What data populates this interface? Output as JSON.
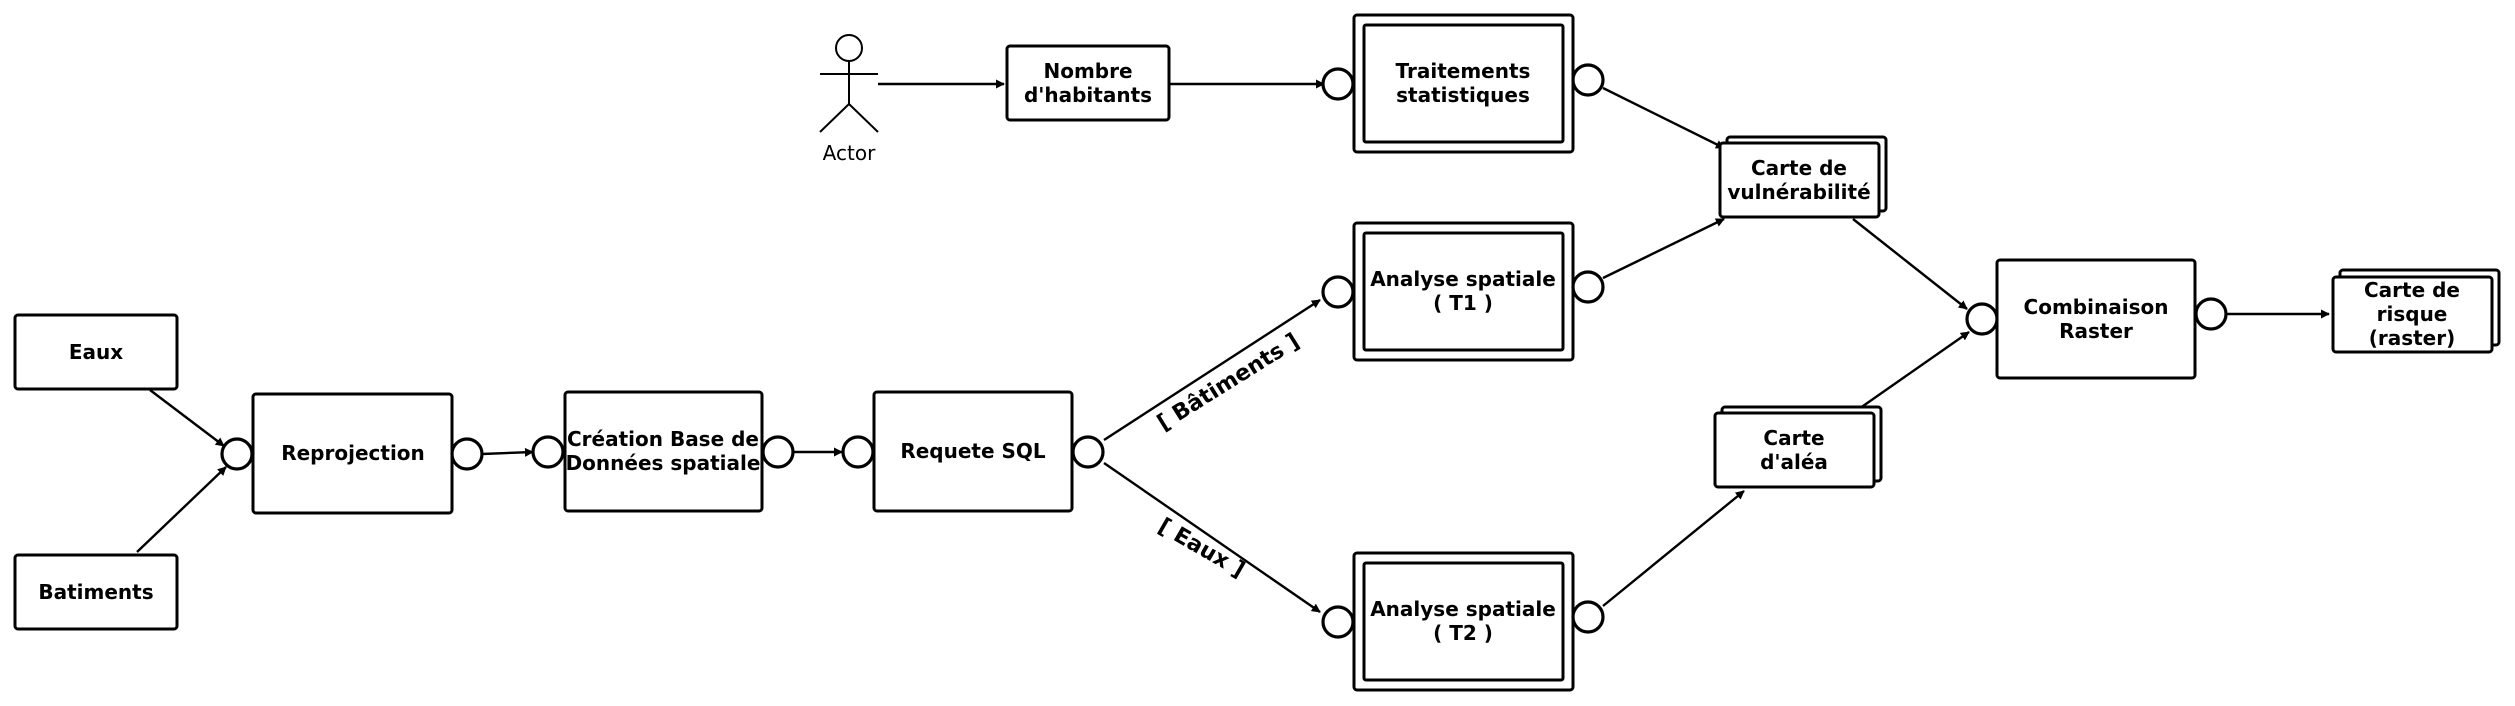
{
  "actor": {
    "label": "Actor"
  },
  "nodes": {
    "eaux": {
      "label": [
        "Eaux"
      ]
    },
    "batiments": {
      "label": [
        "Batiments"
      ]
    },
    "reprojection": {
      "label": [
        "Reprojection"
      ]
    },
    "creation_bd": {
      "label": [
        "Création Base de",
        "Données spatiale"
      ]
    },
    "requete_sql": {
      "label": [
        "Requete SQL"
      ]
    },
    "nombre_habitants": {
      "label": [
        "Nombre",
        "d'habitants"
      ]
    },
    "traitements_stat": {
      "label": [
        "Traitements",
        "statistiques"
      ]
    },
    "analyse_t1": {
      "label": [
        "Analyse spatiale",
        "( T1 )"
      ]
    },
    "analyse_t2": {
      "label": [
        "Analyse spatiale",
        "( T2 )"
      ]
    },
    "carte_vulnerabilite": {
      "label": [
        "Carte de",
        "vulnérabilité"
      ]
    },
    "carte_alea": {
      "label": [
        "Carte",
        "d'aléa"
      ]
    },
    "combinaison_raster": {
      "label": [
        "Combinaison",
        "Raster"
      ]
    },
    "carte_risque": {
      "label": [
        "Carte de",
        "risque",
        "(raster)"
      ]
    }
  },
  "guards": {
    "batiments": "[ Bâtiments ]",
    "eaux": "[ Eaux ]"
  },
  "colors": {
    "stroke": "#000000",
    "fill": "#ffffff"
  }
}
